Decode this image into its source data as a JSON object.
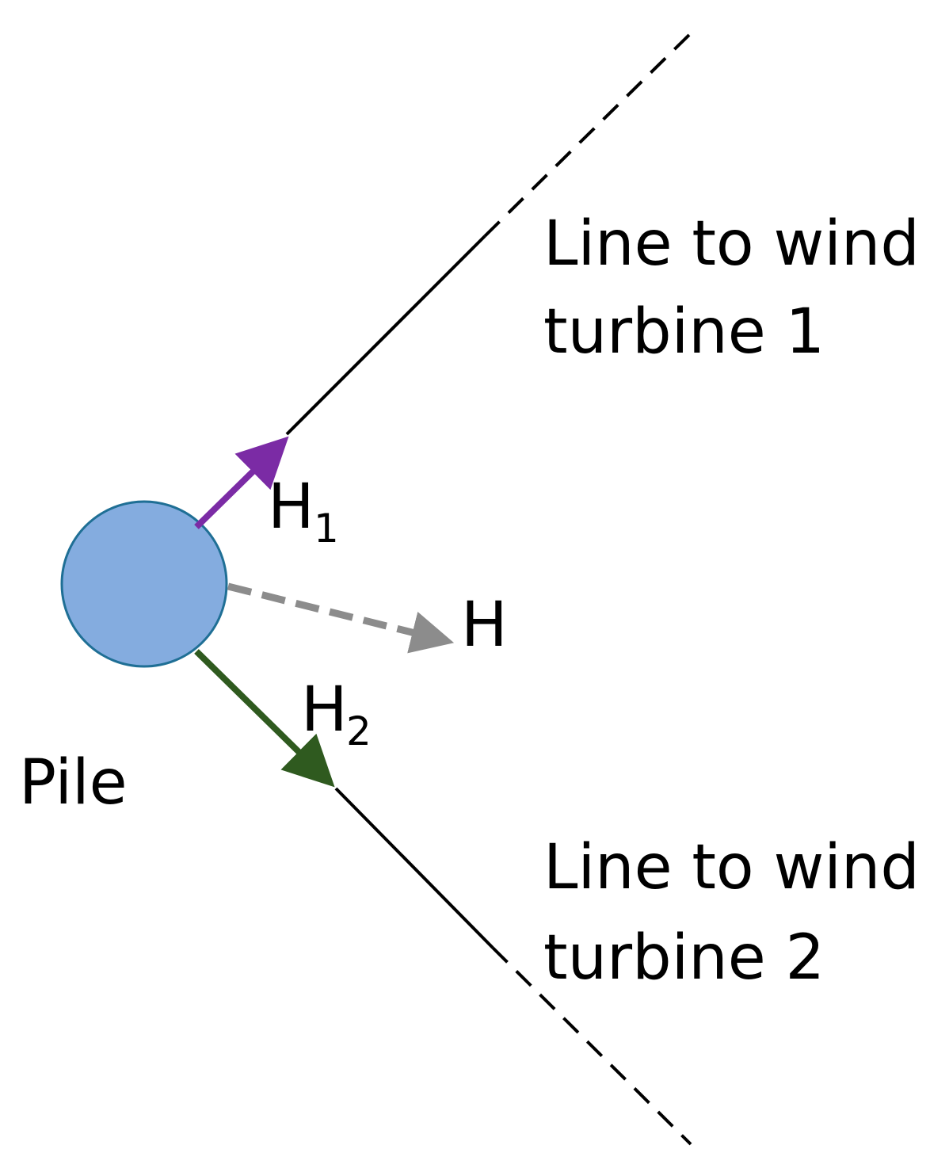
{
  "labels": {
    "pile": "Pile",
    "line1_line1": "Line to wind",
    "line1_line2": "turbine 1",
    "line2_line1": "Line to wind",
    "line2_line2": "turbine 2",
    "h1_base": "H",
    "h1_sub": "1",
    "h2_base": "H",
    "h2_sub": "2",
    "h_resultant": "H"
  },
  "colors": {
    "pile_fill": "#84ACDF",
    "pile_stroke": "#1F6F95",
    "h1_arrow": "#7B2BA5",
    "h2_arrow": "#2F5A1F",
    "resultant_arrow": "#8C8C8C",
    "mooring_line": "#000000"
  }
}
